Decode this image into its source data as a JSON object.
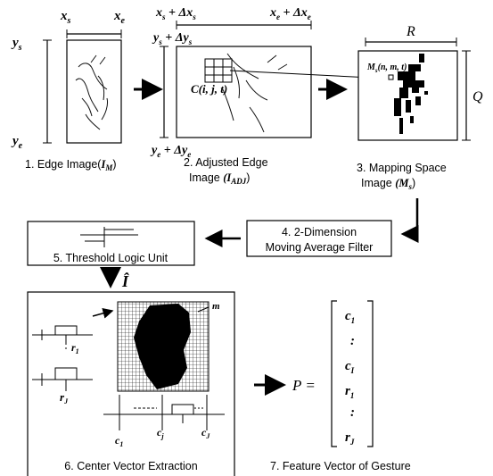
{
  "figure": {
    "step1": {
      "caption": "1. Edge Image(",
      "symbol": "I",
      "sub": "M",
      "close": ")"
    },
    "step2": {
      "caption1": "2. Adjusted Edge",
      "caption2": "Image",
      "symbol": "(I",
      "sub": "ADJ",
      "close": ")"
    },
    "step3": {
      "caption1": "3. Mapping Space",
      "caption2": "Image",
      "symbol": "(M",
      "sub": "s",
      "close": ")"
    },
    "step4": {
      "line1": "4. 2-Dimension",
      "line2": "Moving Average Filter"
    },
    "step5": {
      "label": "5. Threshold Logic Unit"
    },
    "step6": {
      "label": "6. Center Vector Extraction"
    },
    "step7": {
      "label": "7. Feature Vector of Gesture"
    },
    "annotations": {
      "xs": "x",
      "xs_sub": "s",
      "xe": "x",
      "xe_sub": "e",
      "xs_d": "x",
      "xs_d_sub": "s",
      "xs_d_plus": "+ Δx",
      "xs_d_plus_sub": "s",
      "xe_d": "x",
      "xe_d_sub": "e",
      "xe_d_plus": "+ Δx",
      "xe_d_plus_sub": "e",
      "ys": "y",
      "ys_sub": "s",
      "ye": "y",
      "ye_sub": "e",
      "ys_d": "y",
      "ys_d_sub": "s",
      "ys_d_plus": "+ Δy",
      "ys_d_plus_sub": "s",
      "ye_d": "y",
      "ye_d_sub": "e",
      "ye_d_plus": "+ Δy",
      "ye_d_plus_sub": "e",
      "cell": "C(i, j, t)",
      "ms": "M",
      "ms_sub": "s",
      "ms_args": "(n, m, t)",
      "R": "R",
      "Q": "Q",
      "ihat": "Î",
      "m": "m"
    },
    "step6_labels": {
      "r1": "r",
      "r1_sub": "1",
      "rJ": "r",
      "rJ_sub": "J",
      "c1": "c",
      "c1_sub": "1",
      "cj": "c",
      "cj_sub": "j",
      "cJ": "c",
      "cJ_sub": "J"
    },
    "vector": {
      "lhs": "P =",
      "entries": [
        {
          "v": "c",
          "s": "1"
        },
        {
          "v": ":",
          "s": ""
        },
        {
          "v": "c",
          "s": "I"
        },
        {
          "v": "r",
          "s": "1"
        },
        {
          "v": ":",
          "s": ""
        },
        {
          "v": "r",
          "s": "J"
        }
      ]
    }
  }
}
